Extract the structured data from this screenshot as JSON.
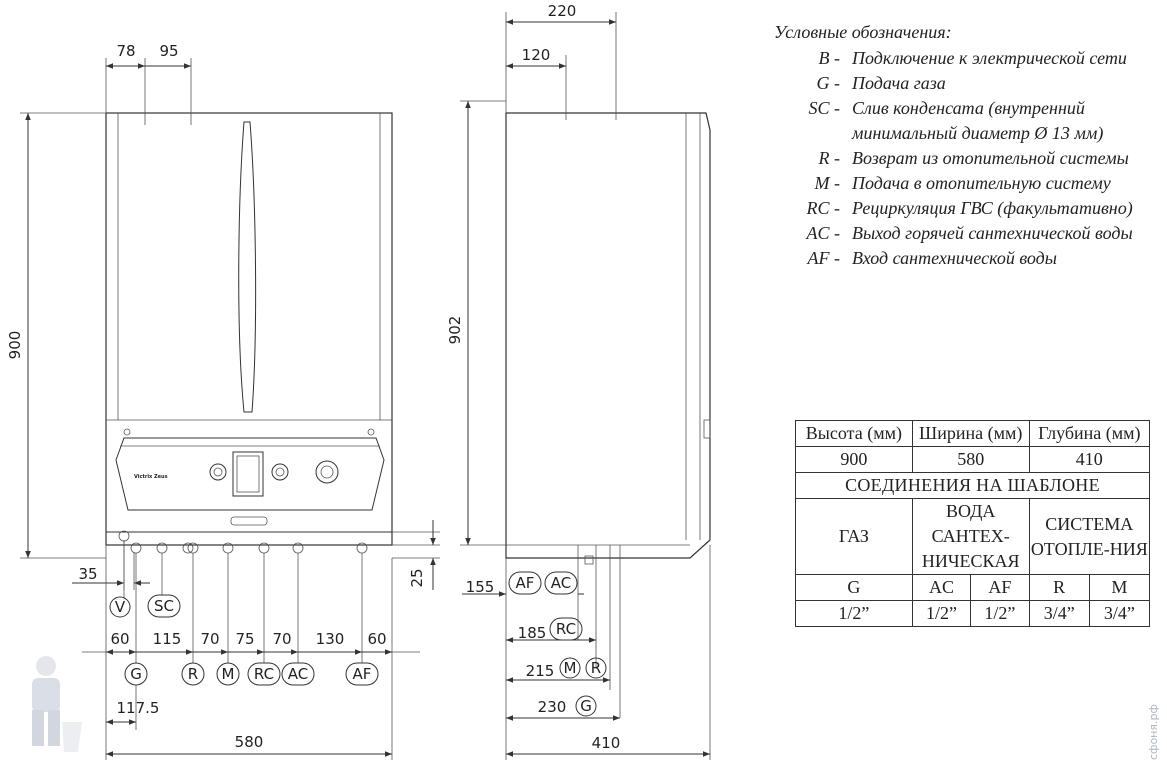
{
  "front_dims": {
    "top_78": "78",
    "top_95": "95",
    "height_900": "900",
    "d35": "35",
    "d25": "25",
    "b60a": "60",
    "b115": "115",
    "b70a": "70",
    "b75": "75",
    "b70b": "70",
    "b130": "130",
    "b60b": "60",
    "d117_5": "117.5",
    "width_580": "580"
  },
  "front_markers": {
    "v": "V",
    "sc": "SC",
    "g": "G",
    "r": "R",
    "m": "M",
    "rc": "RC",
    "ac": "AC",
    "af": "AF"
  },
  "side_dims": {
    "top_220": "220",
    "top_120": "120",
    "height_902": "902",
    "d155": "155",
    "d185": "185",
    "d215": "215",
    "d230": "230",
    "depth_410": "410"
  },
  "side_markers": {
    "af": "AF",
    "ac": "AC",
    "rc": "RC",
    "m": "M",
    "r": "R",
    "g": "G"
  },
  "legend": {
    "heading": "Условные обозначения:",
    "items": [
      {
        "code": "B  -",
        "desc": "Подключение к электрической сети"
      },
      {
        "code": "G  -",
        "desc": "Подача газа"
      },
      {
        "code": "SC  -",
        "desc": "Слив конденсата (внутренний минимальный диаметр Ø 13 мм)"
      },
      {
        "code": "R  -",
        "desc": "Возврат из отопительной системы"
      },
      {
        "code": "M  -",
        "desc": "Подача в отопительную систему"
      },
      {
        "code": "RC  -",
        "desc": "Рециркуляция ГВС (факультативно)"
      },
      {
        "code": "AC  -",
        "desc": "Выход горячей сантехнической воды"
      },
      {
        "code": "AF  -",
        "desc": "Вход сантехнической воды"
      }
    ]
  },
  "spec_table": {
    "headers": [
      "Высота (мм)",
      "Ширина (мм)",
      "Глубина (мм)"
    ],
    "values": [
      "900",
      "580",
      "410"
    ],
    "section": "СОЕДИНЕНИЯ НА ШАБЛОНЕ",
    "groups": [
      "ГАЗ",
      "ВОДА САНТЕХ-НИЧЕСКАЯ",
      "СИСТЕМА ОТОПЛЕ-НИЯ"
    ],
    "codes": [
      "G",
      "AC",
      "AF",
      "R",
      "M"
    ],
    "sizes": [
      "1/2”",
      "1/2”",
      "1/2”",
      "3/4”",
      "3/4”"
    ]
  },
  "panel_brand": "Victrix Zeus",
  "watermark": "сфоня.рф"
}
